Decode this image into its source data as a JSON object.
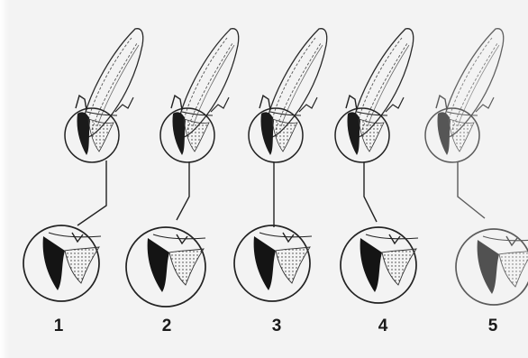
{
  "panels": [
    {
      "label": "1"
    },
    {
      "label": "2"
    },
    {
      "label": "3"
    },
    {
      "label": "4"
    },
    {
      "label": "5"
    }
  ]
}
